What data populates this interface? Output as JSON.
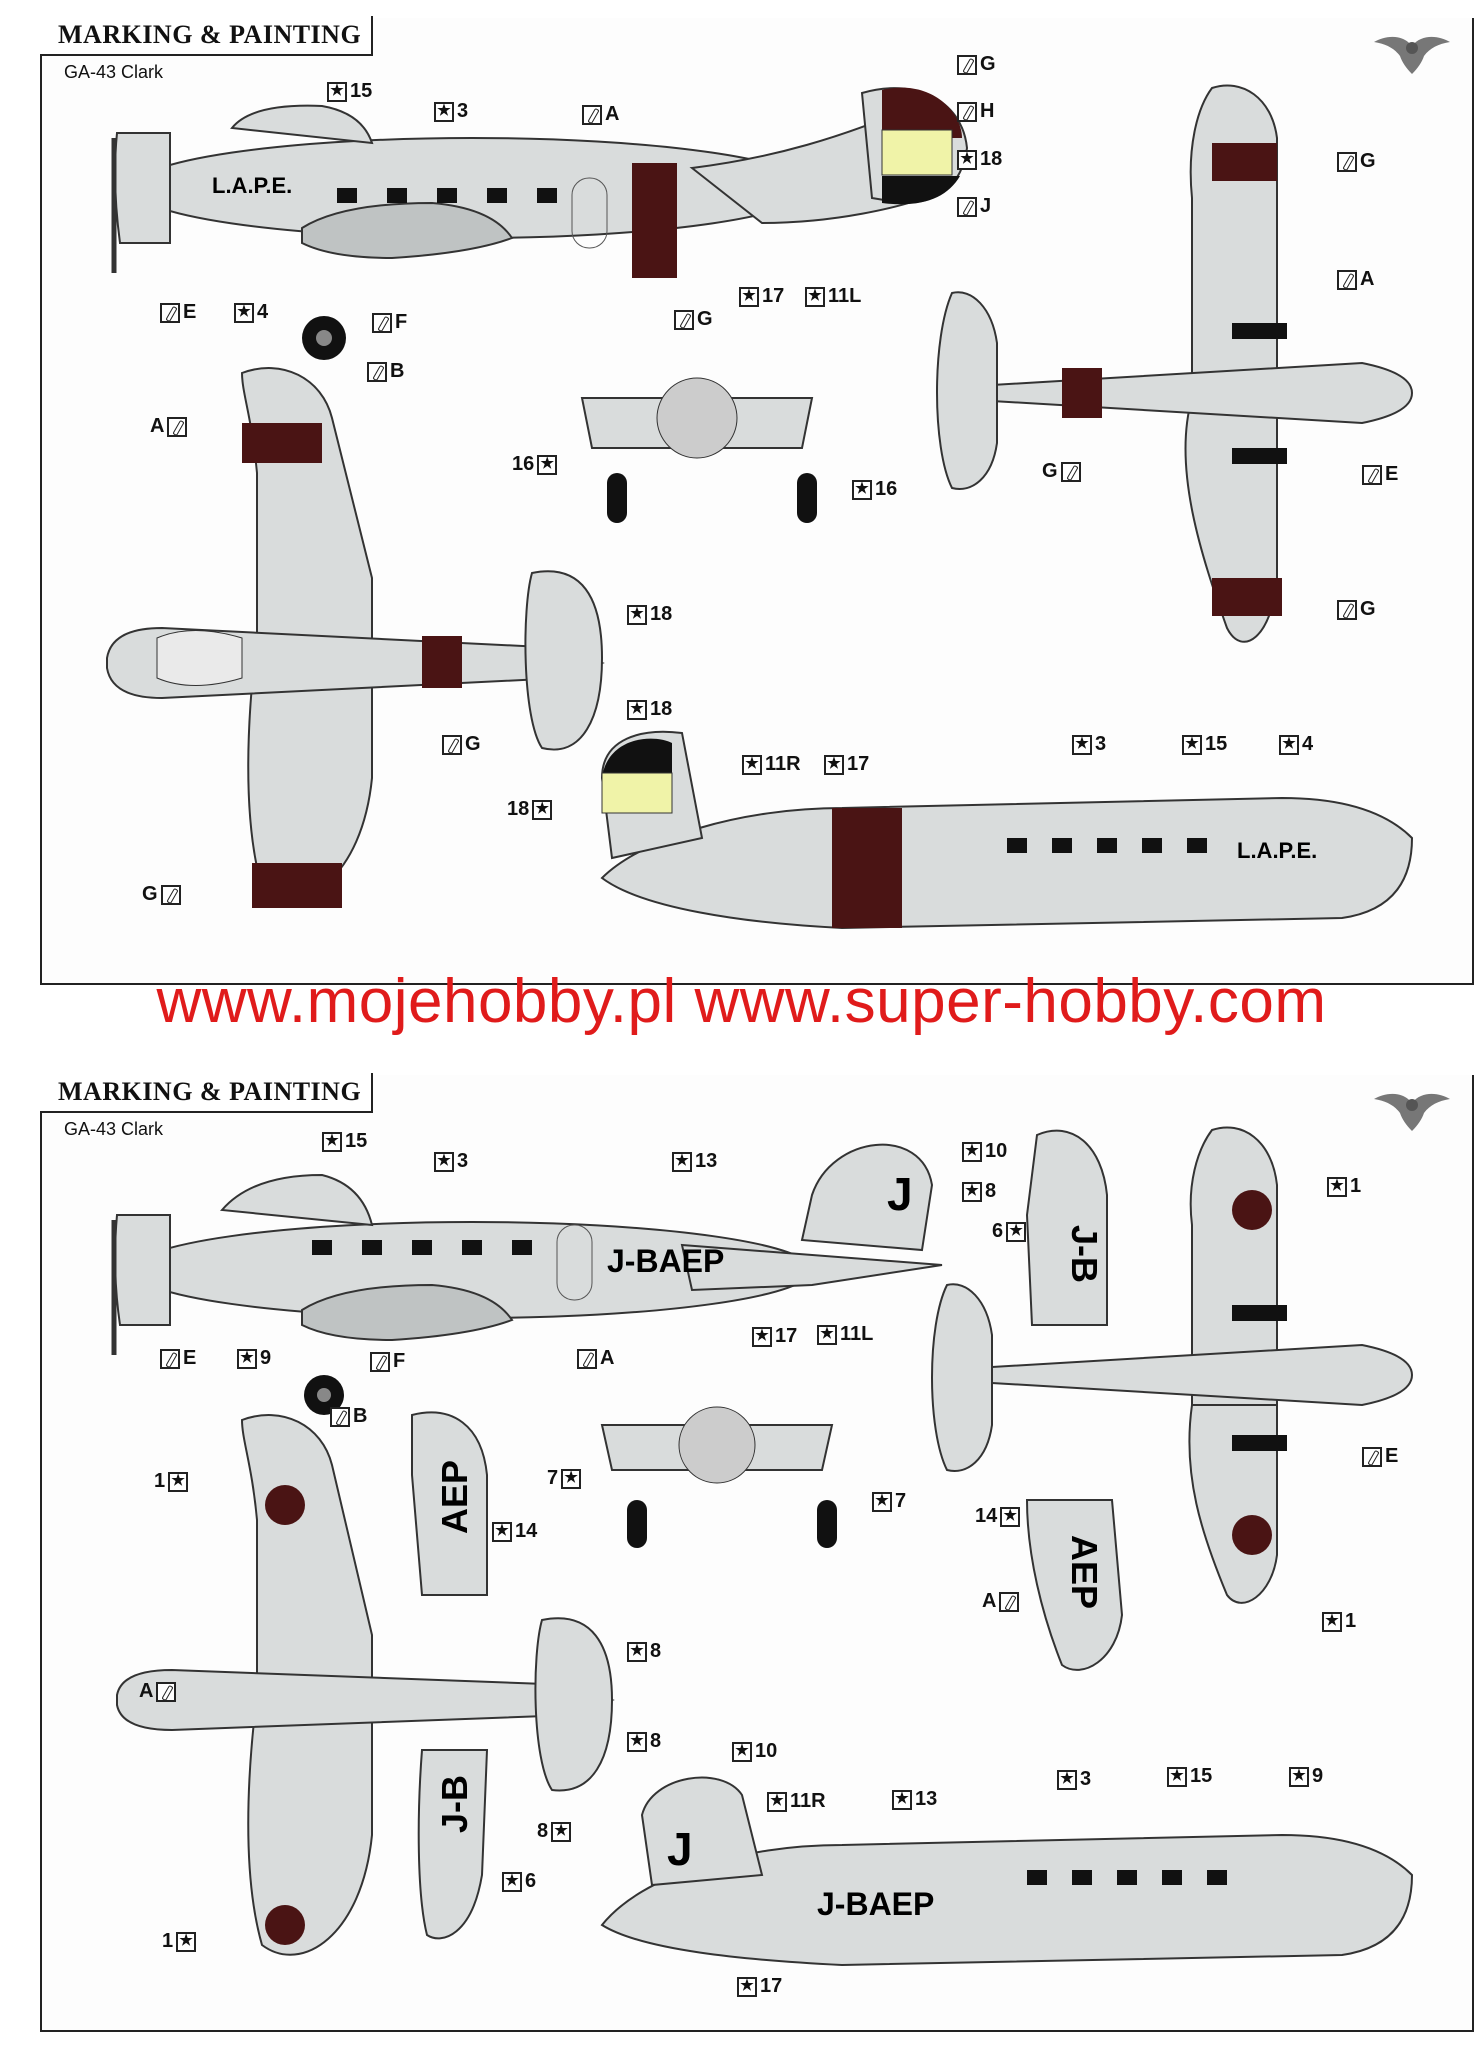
{
  "sheets": [
    {
      "header": "MARKING & PAINTING",
      "model": "GA-43 Clark",
      "fuselage_text": "L.A.P.E."
    },
    {
      "header": "MARKING & PAINTING",
      "model": "GA-43 Clark",
      "registration": "J-BAEP",
      "tail_letter": "J",
      "wing_text_a": "J-B",
      "wing_text_b": "AEP"
    }
  ],
  "watermark": "www.mojehobby.pl www.super-hobby.com",
  "colors": {
    "stripe": "#4a1414",
    "fill": "#d9dcdc",
    "yellow": "#f0f3a8",
    "hinomaru": "#4a1414",
    "watermark": "#e01b1b"
  },
  "icons": {
    "decal": "star-box-icon",
    "paint": "brush-box-icon",
    "logo": "eagle-logo-icon"
  },
  "callouts_top": [
    "15",
    "3",
    "A",
    "G",
    "H",
    "18",
    "J",
    "E",
    "4",
    "F",
    "B",
    "G",
    "17",
    "11L",
    "G",
    "A",
    "E",
    "G",
    "G",
    "A",
    "16",
    "16",
    "18",
    "18",
    "G",
    "18",
    "11R",
    "17",
    "3",
    "15",
    "4",
    "G"
  ],
  "callouts_bot": [
    "15",
    "3",
    "13",
    "10",
    "8",
    "E",
    "9",
    "F",
    "B",
    "A",
    "17",
    "11L",
    "6",
    "1",
    "7",
    "7",
    "1",
    "14",
    "8",
    "8",
    "10",
    "11R",
    "13",
    "3",
    "15",
    "9",
    "A",
    "6",
    "1",
    "14",
    "A",
    "8",
    "17",
    "1",
    "E",
    "1"
  ]
}
